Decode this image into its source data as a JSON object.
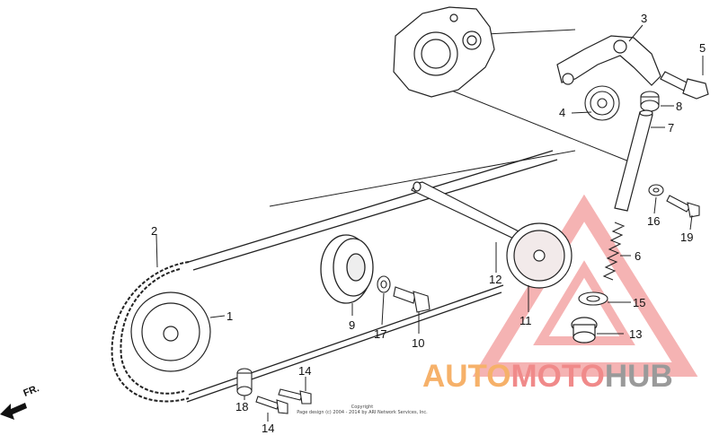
{
  "diagram": {
    "callouts": [
      {
        "id": "1",
        "label": "1"
      },
      {
        "id": "2",
        "label": "2"
      },
      {
        "id": "3",
        "label": "3"
      },
      {
        "id": "4",
        "label": "4"
      },
      {
        "id": "5",
        "label": "5"
      },
      {
        "id": "6",
        "label": "6"
      },
      {
        "id": "7",
        "label": "7"
      },
      {
        "id": "8",
        "label": "8"
      },
      {
        "id": "9",
        "label": "9"
      },
      {
        "id": "10",
        "label": "10"
      },
      {
        "id": "11",
        "label": "11"
      },
      {
        "id": "12",
        "label": "12"
      },
      {
        "id": "13",
        "label": "13"
      },
      {
        "id": "14a",
        "label": "14"
      },
      {
        "id": "14b",
        "label": "14"
      },
      {
        "id": "15",
        "label": "15"
      },
      {
        "id": "16",
        "label": "16"
      },
      {
        "id": "17",
        "label": "17"
      },
      {
        "id": "18",
        "label": "18"
      },
      {
        "id": "19",
        "label": "19"
      }
    ],
    "front_label": "FR.",
    "copyright_lines": [
      "Copyright",
      "Page design (c) 2004 - 2014 by ARI Network Services, Inc."
    ]
  },
  "watermark": {
    "part1": "AUTO",
    "part2": "MOTO",
    "part3": "HUB",
    "colors": {
      "auto": "#f6b16a",
      "moto": "#f08a8a",
      "hub": "#9a9a9a",
      "triangle": "#f29a9a"
    }
  }
}
